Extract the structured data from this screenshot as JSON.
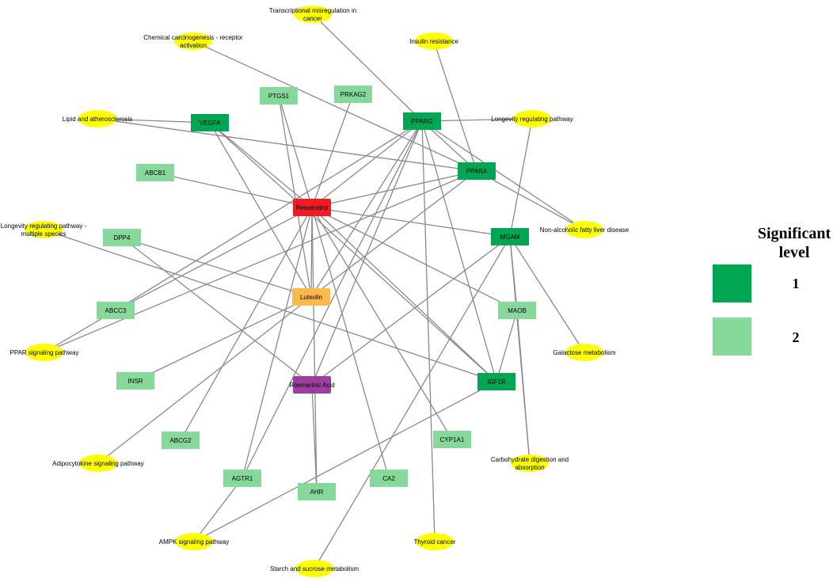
{
  "colors": {
    "edge": "#8a8a8a",
    "level1": "#00a651",
    "level2": "#86d99b",
    "compound_resveratrol": "#ee1c24",
    "compound_luteolin": "#fdb94e",
    "compound_rosmarinic": "#9e3fa0",
    "pathway": "#ffff00"
  },
  "legend": {
    "title_line1": "Significant",
    "title_line2": "level",
    "items": [
      {
        "label": "1",
        "color": "#00a651"
      },
      {
        "label": "2",
        "color": "#86d99b"
      }
    ]
  },
  "compounds": [
    {
      "id": "Resveratrol",
      "label": "Resveratrol",
      "color": "#ee1c24"
    },
    {
      "id": "Luteolin",
      "label": "Luteolin",
      "color": "#fdb94e"
    },
    {
      "id": "Rosmarinic Acid",
      "label": "Rosmarinic Acid",
      "color": "#9e3fa0"
    }
  ],
  "targets": [
    {
      "id": "VEGFA",
      "label": "VEGFA",
      "level": 1
    },
    {
      "id": "PPARG",
      "label": "PPARG",
      "level": 1
    },
    {
      "id": "PPARA",
      "label": "PPARA",
      "level": 1
    },
    {
      "id": "MGAM",
      "label": "MGAM",
      "level": 1
    },
    {
      "id": "IGF1R",
      "label": "IGF1R",
      "level": 1
    },
    {
      "id": "PTGS1",
      "label": "PTGS1",
      "level": 2
    },
    {
      "id": "PRKAG2",
      "label": "PRKAG2",
      "level": 2
    },
    {
      "id": "ABCB1",
      "label": "ABCB1",
      "level": 2
    },
    {
      "id": "DPP4",
      "label": "DPP4",
      "level": 2
    },
    {
      "id": "ABCC3",
      "label": "ABCC3",
      "level": 2
    },
    {
      "id": "MAOB",
      "label": "MAOB",
      "level": 2
    },
    {
      "id": "INSR",
      "label": "INSR",
      "level": 2
    },
    {
      "id": "ABCG2",
      "label": "ABCG2",
      "level": 2
    },
    {
      "id": "CYP1A1",
      "label": "CYP1A1",
      "level": 2
    },
    {
      "id": "AGTR1",
      "label": "AGTR1",
      "level": 2
    },
    {
      "id": "AHR",
      "label": "AHR",
      "level": 2
    },
    {
      "id": "CA2",
      "label": "CA2",
      "level": 2
    }
  ],
  "pathways": [
    {
      "id": "p_trans",
      "label": [
        "Transcriptional misregulation in",
        "cancer"
      ]
    },
    {
      "id": "p_chem",
      "label": [
        "Chemical carcinogenesis - receptor",
        "activation"
      ]
    },
    {
      "id": "p_insulin",
      "label": [
        "Insulin resistance"
      ]
    },
    {
      "id": "p_lipid",
      "label": [
        "Lipid and atherosclerosis"
      ]
    },
    {
      "id": "p_longevity",
      "label": [
        "Longevity regulating pathway"
      ]
    },
    {
      "id": "p_longmulti",
      "label": [
        "Longevity regulating pathway -",
        "multiple species"
      ]
    },
    {
      "id": "p_nafld",
      "label": [
        "Non-alcoholic fatty liver disease"
      ]
    },
    {
      "id": "p_ppar",
      "label": [
        "PPAR signaling pathway"
      ]
    },
    {
      "id": "p_galact",
      "label": [
        "Galactose metabolism"
      ]
    },
    {
      "id": "p_adipo",
      "label": [
        "Adipocytokine signaling pathway"
      ]
    },
    {
      "id": "p_carbo",
      "label": [
        "Carbohydrate digestion and",
        "absorption"
      ]
    },
    {
      "id": "p_ampk",
      "label": [
        "AMPK signaling pathway"
      ]
    },
    {
      "id": "p_thyroid",
      "label": [
        "Thyroid cancer"
      ]
    },
    {
      "id": "p_starch",
      "label": [
        "Starch and sucrose metabolism"
      ]
    }
  ],
  "edges": [
    [
      "Resveratrol",
      "VEGFA"
    ],
    [
      "Resveratrol",
      "PPARG"
    ],
    [
      "Resveratrol",
      "PPARA"
    ],
    [
      "Resveratrol",
      "MGAM"
    ],
    [
      "Resveratrol",
      "IGF1R"
    ],
    [
      "Resveratrol",
      "PTGS1"
    ],
    [
      "Resveratrol",
      "PRKAG2"
    ],
    [
      "Resveratrol",
      "ABCB1"
    ],
    [
      "Resveratrol",
      "ABCC3"
    ],
    [
      "Resveratrol",
      "MAOB"
    ],
    [
      "Resveratrol",
      "CYP1A1"
    ],
    [
      "Resveratrol",
      "AGTR1"
    ],
    [
      "Resveratrol",
      "ABCG2"
    ],
    [
      "Resveratrol",
      "CA2"
    ],
    [
      "Resveratrol",
      "AHR"
    ],
    [
      "Resveratrol",
      "Luteolin"
    ],
    [
      "Luteolin",
      "VEGFA"
    ],
    [
      "Luteolin",
      "PPARG"
    ],
    [
      "Luteolin",
      "PPARA"
    ],
    [
      "Luteolin",
      "PTGS1"
    ],
    [
      "Luteolin",
      "DPP4"
    ],
    [
      "Luteolin",
      "INSR"
    ],
    [
      "Luteolin",
      "p_adipo"
    ],
    [
      "Rosmarinic Acid",
      "PPARG"
    ],
    [
      "Rosmarinic Acid",
      "MGAM"
    ],
    [
      "Rosmarinic Acid",
      "DPP4"
    ],
    [
      "Rosmarinic Acid",
      "AHR"
    ],
    [
      "PPARG",
      "p_trans"
    ],
    [
      "PPARG",
      "p_longevity"
    ],
    [
      "PPARG",
      "p_nafld"
    ],
    [
      "PPARG",
      "PPARA"
    ],
    [
      "PPARG",
      "IGF1R"
    ],
    [
      "PPARG",
      "p_thyroid"
    ],
    [
      "PPARG",
      "ABCC3"
    ],
    [
      "PPARG",
      "AGTR1"
    ],
    [
      "PPARA",
      "p_chem"
    ],
    [
      "PPARA",
      "p_insulin"
    ],
    [
      "PPARA",
      "p_lipid"
    ],
    [
      "PPARA",
      "p_nafld"
    ],
    [
      "PPARA",
      "p_ppar"
    ],
    [
      "VEGFA",
      "p_lipid"
    ],
    [
      "VEGFA",
      "IGF1R"
    ],
    [
      "MGAM",
      "p_longevity"
    ],
    [
      "MGAM",
      "p_galact"
    ],
    [
      "MGAM",
      "p_carbo"
    ],
    [
      "MGAM",
      "p_starch"
    ],
    [
      "MGAM",
      "MAOB"
    ],
    [
      "ABCC3",
      "p_ppar"
    ],
    [
      "IGF1R",
      "p_longmulti"
    ],
    [
      "IGF1R",
      "p_ampk"
    ],
    [
      "IGF1R",
      "MAOB"
    ],
    [
      "AGTR1",
      "p_ampk"
    ],
    [
      "MAOB",
      "p_carbo"
    ]
  ]
}
